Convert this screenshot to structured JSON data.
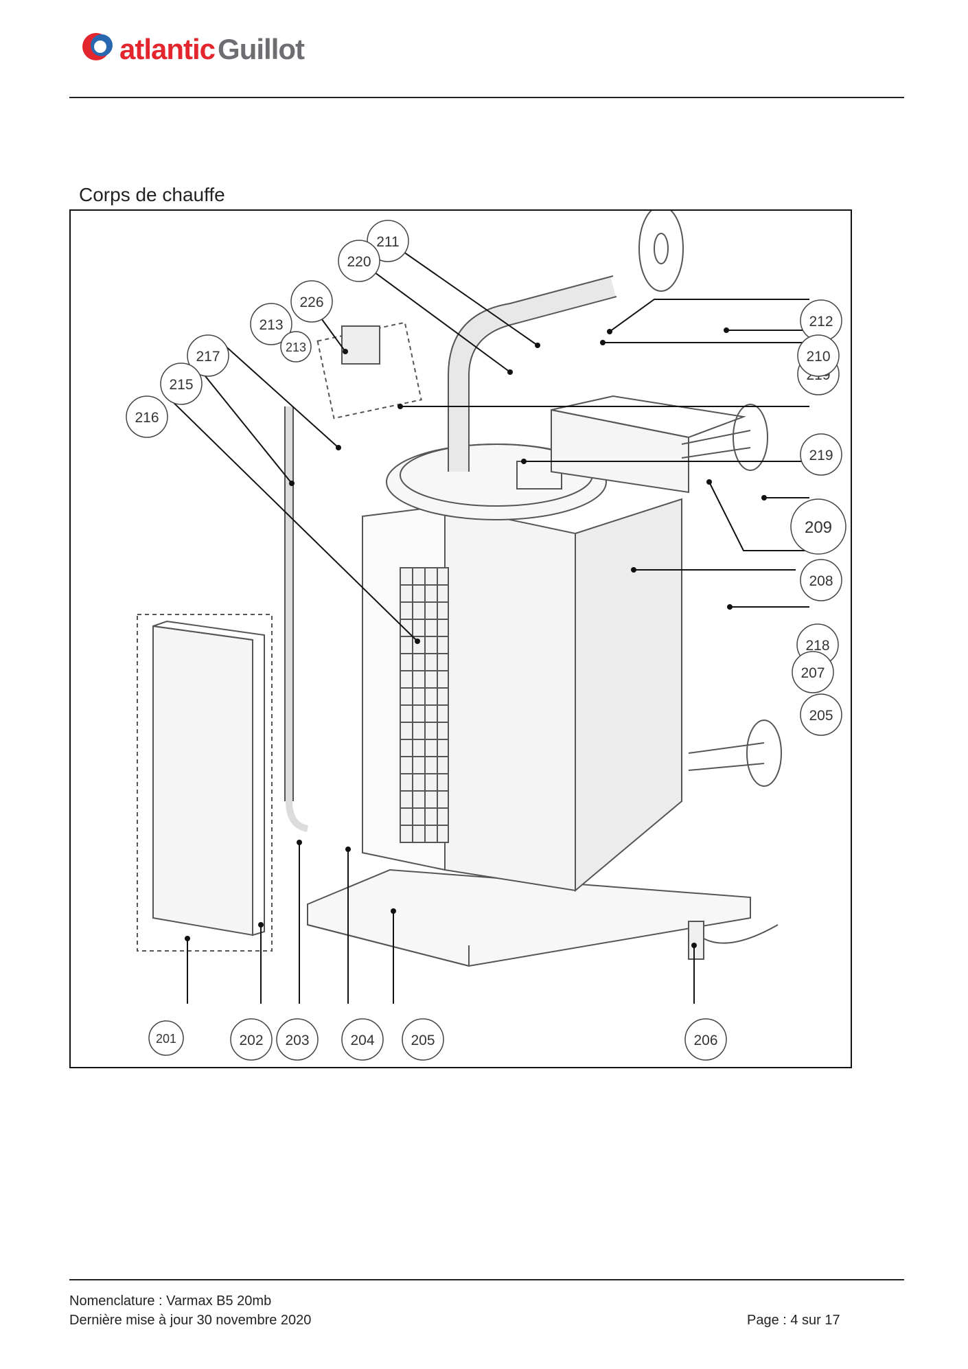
{
  "header": {
    "brand_primary": "atlantic",
    "brand_secondary": "Guillot",
    "colors": {
      "primary": "#e3262d",
      "secondary": "#6d6e71",
      "logo_icon": [
        "#e3262d",
        "#2a67b1"
      ]
    }
  },
  "section": {
    "title": "Corps de chauffe"
  },
  "diagram": {
    "callouts": {
      "c211": "211",
      "c220": "220",
      "c226": "226",
      "c213a": "213",
      "c213b": "213",
      "c217": "217",
      "c215": "215",
      "c216": "216",
      "c212": "212",
      "c210": "210",
      "c219a": "219",
      "c219b": "219",
      "c209": "209",
      "c208": "208",
      "c218": "218",
      "c207": "207",
      "c205a": "205",
      "c201": "201",
      "c202": "202",
      "c203": "203",
      "c204": "204",
      "c205b": "205",
      "c206": "206"
    }
  },
  "footer": {
    "nomenclature": "Nomenclature : Varmax B5 20mb",
    "updated": "Dernière mise à jour 30 novembre 2020",
    "page": "Page : 4 sur 17"
  }
}
